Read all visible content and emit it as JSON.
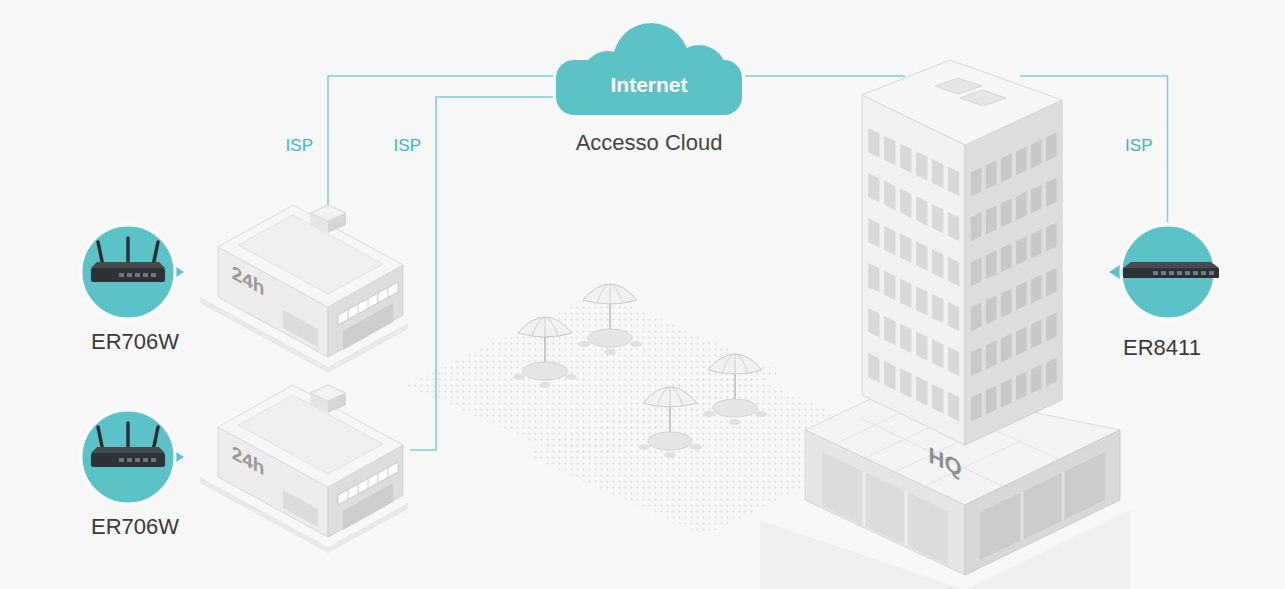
{
  "diagram": {
    "nodes": [
      {
        "text": [
          "Internet",
          "Accesso Cloud"
        ]
      },
      {
        "text": [
          "24h"
        ]
      },
      {
        "text": [
          "ER706W"
        ]
      },
      {
        "text": [
          "24h"
        ]
      },
      {
        "text": [
          "ER706W"
        ]
      },
      {
        "text": [
          "HQ"
        ]
      },
      {
        "text": [
          "ER8411"
        ]
      }
    ],
    "edges": [
      {
        "from": 0,
        "to": 1,
        "arrow": "none",
        "label": "ISP"
      },
      {
        "from": 0,
        "to": 3,
        "arrow": "none",
        "label": "ISP"
      },
      {
        "from": 0,
        "to": 5,
        "arrow": "none"
      },
      {
        "from": 5,
        "to": 6,
        "arrow": "none",
        "label": "ISP"
      }
    ]
  }
}
